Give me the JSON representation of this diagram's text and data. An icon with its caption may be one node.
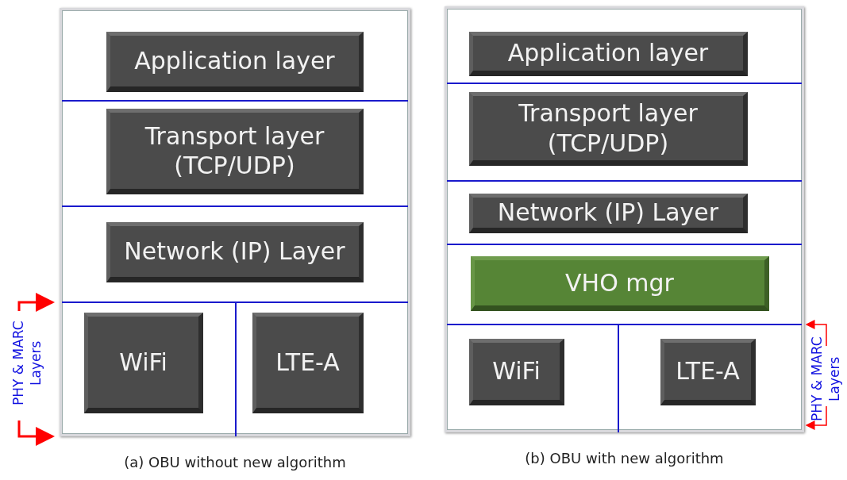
{
  "diagram": {
    "nodes": [
      {
        "text": [
          "(a) OBU without new algorithm"
        ]
      },
      {
        "text": [
          "Application layer"
        ],
        "in": 0
      },
      {
        "text": [
          "Transport layer (TCP/UDP)"
        ],
        "in": 0
      },
      {
        "text": [
          "Network (IP)  Layer"
        ],
        "in": 0
      },
      {
        "text": [
          "WiFi"
        ],
        "in": 0
      },
      {
        "text": [
          "LTE-A"
        ],
        "in": 0
      },
      {
        "text": [
          "(b) OBU with new algorithm"
        ]
      },
      {
        "text": [
          "Application layer"
        ],
        "in": 6
      },
      {
        "text": [
          "Transport layer (TCP/UDP)"
        ],
        "in": 6
      },
      {
        "text": [
          "Network (IP)  Layer"
        ],
        "in": 6
      },
      {
        "text": [
          "VHO mgr"
        ],
        "in": 6
      },
      {
        "text": [
          "WiFi"
        ],
        "in": 6
      },
      {
        "text": [
          "LTE-A"
        ],
        "in": 6
      }
    ],
    "edges": [],
    "labels": [
      "PHY & MARC Layers",
      "PHY & MARC Layers"
    ]
  }
}
